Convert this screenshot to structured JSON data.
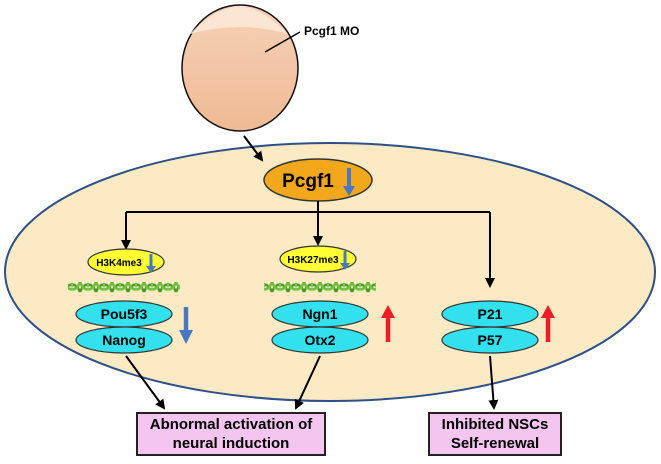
{
  "embryo_label": "Pcgf1 MO",
  "central_gene": "Pcgf1",
  "branches": [
    {
      "mark": "H3K4me3",
      "genes": [
        "Pou5f3",
        "Nanog"
      ],
      "direction": "down"
    },
    {
      "mark": "H3K27me3",
      "genes": [
        "Ngn1",
        "Otx2"
      ],
      "direction": "up"
    },
    {
      "mark": "",
      "genes": [
        "P21",
        "P57"
      ],
      "direction": "up"
    }
  ],
  "outcomes": [
    {
      "lines": [
        "Abnormal activation of",
        "neural induction"
      ]
    },
    {
      "lines": [
        "Inhibited NSCs",
        "Self-renewal"
      ]
    }
  ],
  "colors": {
    "cell": "#fbeac4",
    "cell_border": "#2f4f86",
    "central_gene_fill": "#f2a81a",
    "mark_fill": "#ffff33",
    "gene_fill": "#33e0ee",
    "down_arrow": "#4a78c0",
    "up_arrow": "#ee1c24",
    "embryo": "#f2c2a0",
    "outcome_fill": "#f4c6ef"
  }
}
